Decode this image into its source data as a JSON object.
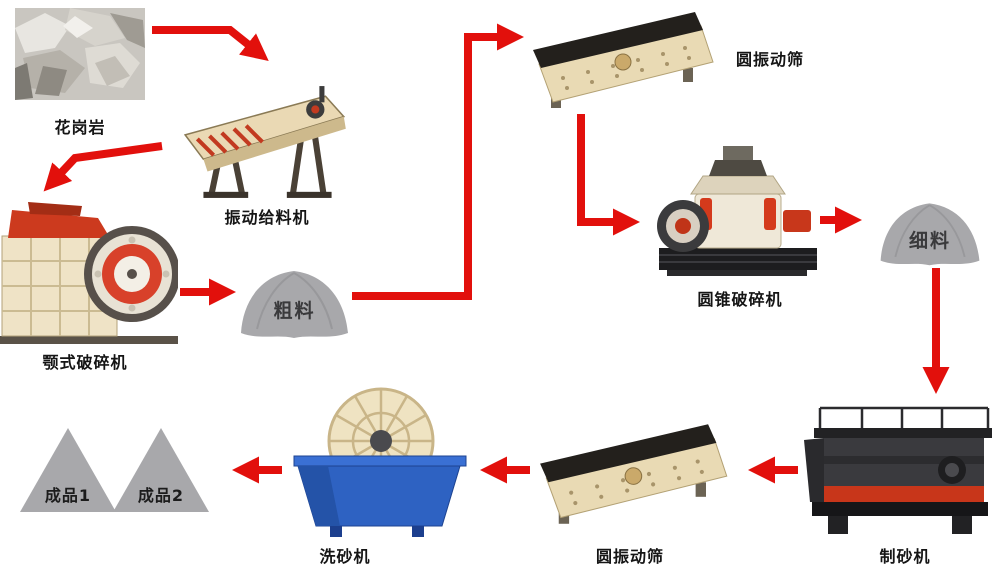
{
  "colors": {
    "arrow_red": "#e2100c",
    "pile_gray": "#a8a8ab",
    "machine_beige": "#e9dab4",
    "washer_blue": "#2e62c2",
    "label_color": "#151515",
    "background": "#ffffff"
  },
  "nodes": {
    "granite": {
      "label": "花岗岩"
    },
    "feeder": {
      "label": "振动给料机"
    },
    "jaw_crusher": {
      "label": "颚式破碎机"
    },
    "coarse": {
      "label": "粗料"
    },
    "screen_top": {
      "label": "圆振动筛"
    },
    "cone_crusher": {
      "label": "圆锥破碎机"
    },
    "fine": {
      "label": "细料"
    },
    "sand_maker": {
      "label": "制砂机"
    },
    "screen_bottom": {
      "label": "圆振动筛"
    },
    "washer": {
      "label": "洗砂机"
    },
    "product1": {
      "label": "成品1"
    },
    "product2": {
      "label": "成品2"
    }
  }
}
